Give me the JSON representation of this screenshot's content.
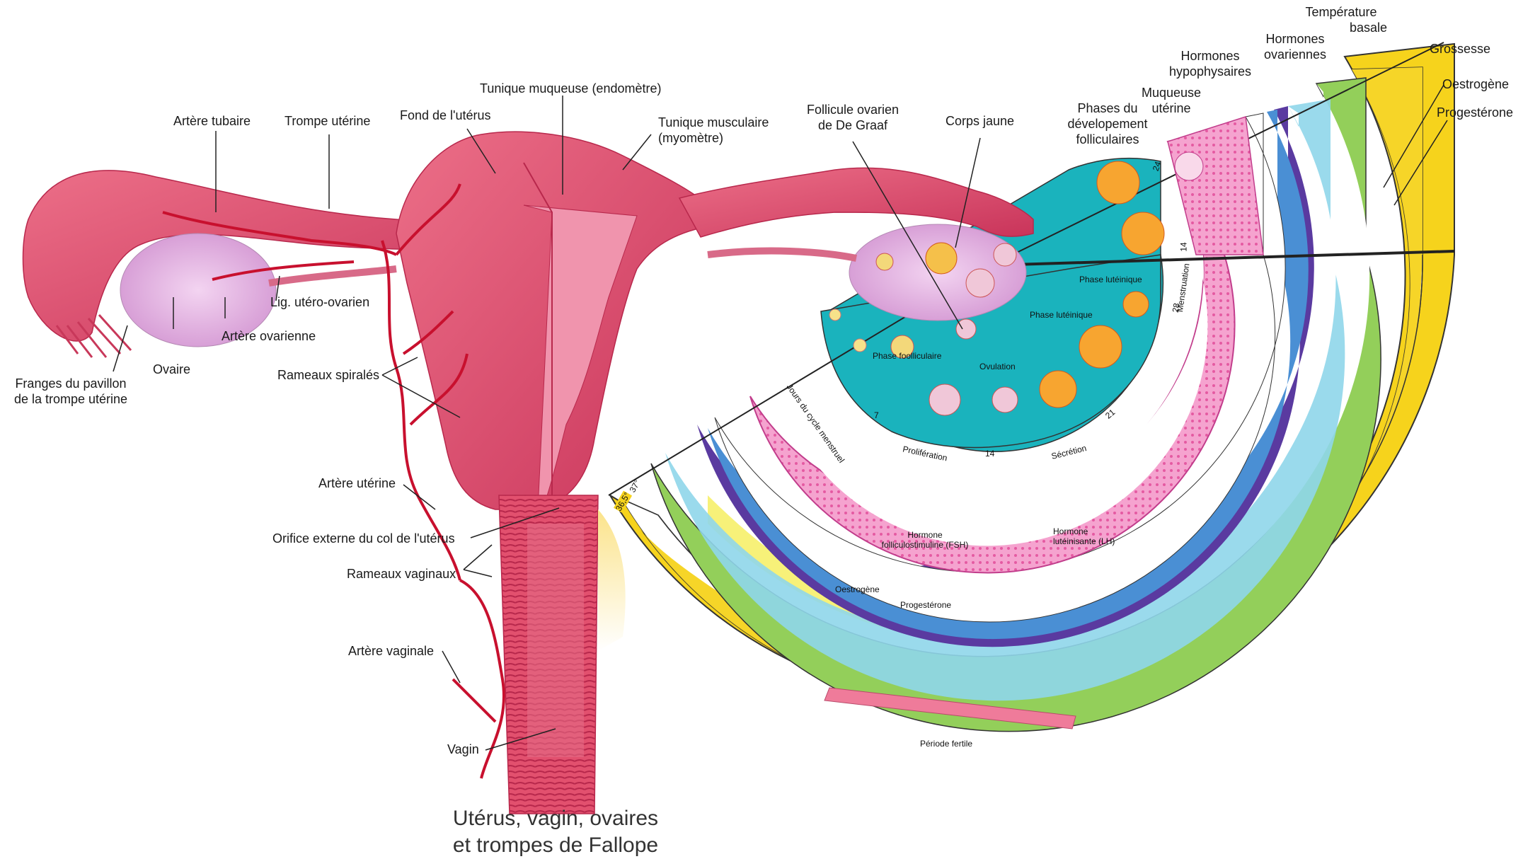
{
  "title": [
    "Utérus, vagin, ovaires",
    "et trompes de Fallope"
  ],
  "anatomy_labels": {
    "artere_tubaire": "Artère tubaire",
    "trompe_uterine": "Trompe utérine",
    "fond_uterus": "Fond de l'utérus",
    "tunique_muqueuse": "Tunique muqueuse (endomètre)",
    "tunique_musculaire": [
      "Tunique musculaire",
      "(myomètre)"
    ],
    "follicule_graaf": [
      "Follicule ovarien",
      "de De Graaf"
    ],
    "corps_jaune": "Corps jaune",
    "lig_utero_ovarien": "Lig. utéro-ovarien",
    "artere_ovarienne": "Artère ovarienne",
    "ovaire": "Ovaire",
    "franges": [
      "Franges du pavillon",
      "de la trompe utérine"
    ],
    "rameaux_spirales": "Rameaux spiralés",
    "artere_uterine": "Artère utérine",
    "orifice_col": "Orifice externe du col de l'utérus",
    "rameaux_vaginaux": "Rameaux vaginaux",
    "artere_vaginale": "Artère vaginale",
    "vagin": "Vagin"
  },
  "cycle_labels": {
    "phases_developpement": [
      "Phases du",
      "dévelopement",
      "folliculaires"
    ],
    "muqueuse_uterine": [
      "Muqueuse",
      "utérine"
    ],
    "hormones_hypophysaires": [
      "Hormones",
      "hypophysaires"
    ],
    "hormones_ovariennes": [
      "Hormones",
      "ovariennes"
    ],
    "temperature_basale": [
      "Température",
      "basale"
    ],
    "grossesse": "Grossesse",
    "oestrogene_top": "Oestrogène",
    "progesterone_top": "Progestérone",
    "phase_luteinique_1": "Phase lutéinique",
    "phase_luteinique_2": "Phase lutéinique",
    "phase_folliculaire": "Phase foolliculaire",
    "ovulation": "Ovulation",
    "jours_cycle": "Jours du cycle menstruel",
    "proliferation": "Prolifération",
    "secretion": "Sécrétion",
    "menstruation": "Menstruation",
    "fsh": [
      "Hormone",
      "folliculostimuline (FSH)"
    ],
    "lh": [
      "Hormone",
      "lutéinisante (LH)"
    ],
    "oestrogene_inner": "Oestrogène",
    "progesterone_inner": "Progestérone",
    "periode_fertile": "Période fertile",
    "temp_37": "37°",
    "temp_365": "36,5°",
    "day_7": "7",
    "day_14": "14",
    "day_21": "21",
    "day_28": "28",
    "day_14_top": "14",
    "day_24_top": "24"
  },
  "colors": {
    "uterus": "#e0506e",
    "uterus_dark": "#c8385a",
    "ovary": "#e9b6e6",
    "artery": "#c8102e",
    "teal": "#1ab3bd",
    "muqueuse": "#f07ab6",
    "purple": "#5a3aa0",
    "blue": "#4a8fd4",
    "lightblue": "#8fd6ea",
    "green": "#93cf5a",
    "yellow": "#f6d31c",
    "fertile": "#ef7b9a"
  }
}
